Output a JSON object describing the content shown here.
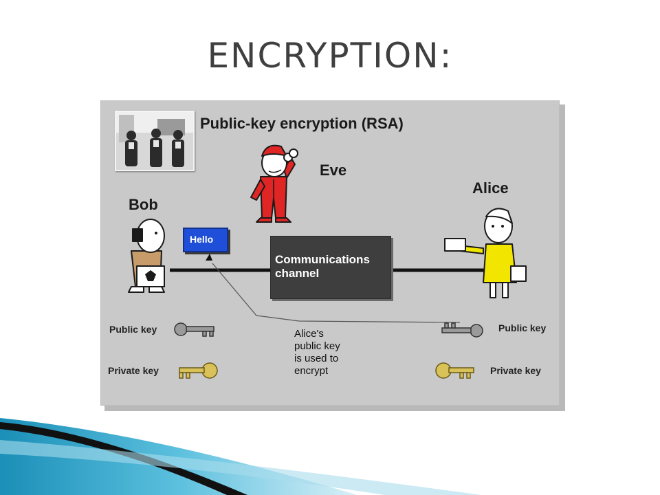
{
  "slide": {
    "title": "ENCRYPTION:"
  },
  "diagram": {
    "title": "Public-key encryption (RSA)",
    "eve_label": "Eve",
    "bob_label": "Bob",
    "alice_label": "Alice",
    "message": "Hello",
    "channel_lines": [
      "Communications",
      "channel"
    ],
    "bob_public_key_label": "Public key",
    "bob_private_key_label": "Private key",
    "alice_public_key_label": "Public key",
    "alice_private_key_label": "Private key",
    "note_lines": [
      "Alice's",
      "public key",
      "is used to",
      "encrypt"
    ]
  },
  "colors": {
    "background": "#ffffff",
    "title_text": "#3f3f3f",
    "diagram_bg": "#c9c9c9",
    "hello_box": "#1f4fd8",
    "channel_box": "#3e3e3e",
    "eve_red": "#e02525",
    "alice_yellow": "#f2e600",
    "key_gold": "#d9c25a",
    "key_gray": "#8a8a8a",
    "deco_teal": "#2a9fc4",
    "deco_black": "#111111"
  }
}
